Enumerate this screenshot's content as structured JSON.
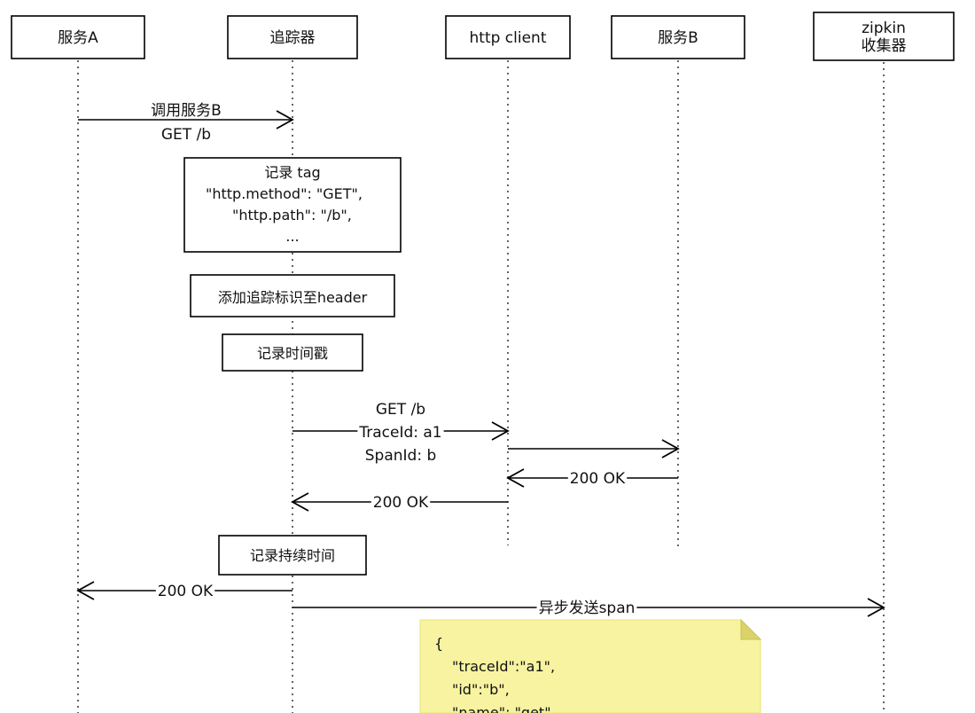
{
  "participants": [
    {
      "id": "serviceA",
      "label": [
        "服务A"
      ]
    },
    {
      "id": "tracer",
      "label": [
        "追踪器"
      ]
    },
    {
      "id": "httpClient",
      "label": [
        "http client"
      ]
    },
    {
      "id": "serviceB",
      "label": [
        "服务B"
      ]
    },
    {
      "id": "zipkin",
      "label": [
        "zipkin",
        "收集器"
      ]
    }
  ],
  "messages": [
    {
      "id": "call-service-b",
      "from": "serviceA",
      "to": "tracer",
      "label": [
        "调用服务B",
        "GET /b"
      ]
    },
    {
      "id": "get-b-with-trace",
      "from": "tracer",
      "to": "httpClient",
      "label": [
        "GET /b",
        "TraceId: a1",
        "SpanId: b"
      ]
    },
    {
      "id": "client-to-service-b",
      "from": "httpClient",
      "to": "serviceB",
      "label": []
    },
    {
      "id": "service-b-200-ok",
      "from": "serviceB",
      "to": "httpClient",
      "label": [
        "200 OK"
      ]
    },
    {
      "id": "client-200-ok",
      "from": "httpClient",
      "to": "tracer",
      "label": [
        "200 OK"
      ]
    },
    {
      "id": "tracer-200-ok",
      "from": "tracer",
      "to": "serviceA",
      "label": [
        "200 OK"
      ]
    },
    {
      "id": "async-send-span",
      "from": "tracer",
      "to": "zipkin",
      "label": [
        "异步发送span"
      ]
    }
  ],
  "steps": [
    {
      "id": "record-tag",
      "lines": [
        "记录 tag",
        "\"http.method\": \"GET\",",
        "\"http.path\": \"/b\",",
        "..."
      ]
    },
    {
      "id": "add-trace-header",
      "lines": [
        "添加追踪标识至header"
      ]
    },
    {
      "id": "record-timestamp",
      "lines": [
        "记录时间戳"
      ]
    },
    {
      "id": "record-duration",
      "lines": [
        "记录持续时间"
      ]
    }
  ],
  "note": {
    "lines": [
      "{",
      "\"traceId\":\"a1\",",
      "\"id\":\"b\",",
      "\"name\": \"get\","
    ]
  },
  "colors": {
    "note_fill": "#f7f3a0",
    "line": "#000000"
  }
}
